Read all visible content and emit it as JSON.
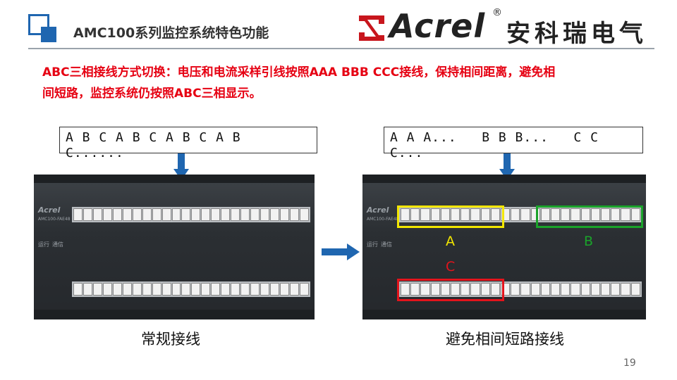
{
  "header": {
    "title": "AMC100系列监控系统特色功能",
    "brand_name": "Acrel",
    "brand_reg": "®",
    "brand_cn": "安科瑞电气"
  },
  "description": {
    "line1": "ABC三相接线方式切换：电压和电流采样引线按照AAA BBB CCC接线，保持相间距离，避免相",
    "line2": "间短路，监控系统仍按照ABC三相显示。"
  },
  "left": {
    "sequence_line1": "A B C A B C A B C A B",
    "sequence_line2": "C......",
    "caption": "常规接线"
  },
  "right": {
    "sequence_line1": "A A A...   B B B...   C C",
    "sequence_line2": "C...",
    "caption": "避免相间短路接线",
    "group_a": "A",
    "group_b": "B",
    "group_c": "C"
  },
  "device": {
    "logo": "Acrel",
    "model": "AMC100-FAE48",
    "led_run": "运行",
    "led_comm": "通信"
  },
  "page_number": "19",
  "colors": {
    "accent_blue": "#1f66b0",
    "red": "#e60012",
    "group_a": "#f2e600",
    "group_b": "#1aa32a",
    "group_c": "#e3141c"
  }
}
